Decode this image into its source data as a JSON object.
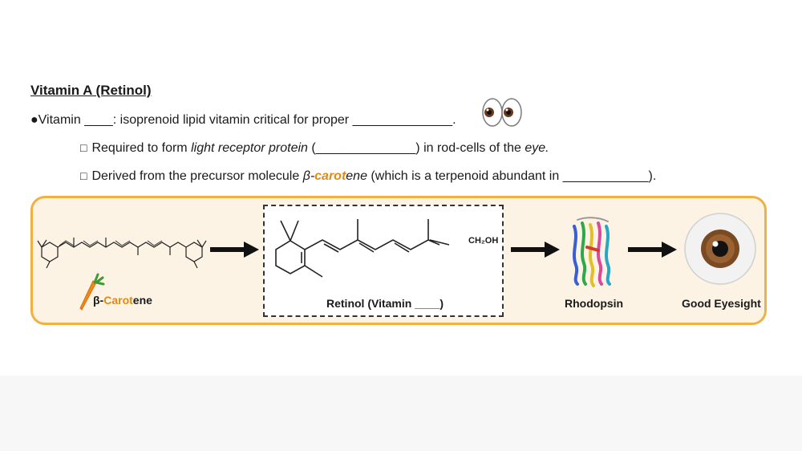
{
  "heading": "Vitamin A (Retinol)",
  "line1": {
    "bullet": "●",
    "prefix": "Vitamin ",
    "blank1": "____",
    "middle": ": isoprenoid lipid vitamin critical for proper ",
    "blank2": "______________",
    "suffix": "."
  },
  "line2": {
    "box": "□",
    "prefix": "Required to form ",
    "italic": "light receptor protein",
    "paren_open": " (",
    "blank": "______________",
    "mid": ") in rod-cells of the ",
    "eye": "eye",
    "end": "."
  },
  "line3": {
    "box": "□",
    "prefix": "Derived from the precursor molecule ",
    "beta": "β-",
    "carot": "carot",
    "ene": "ene",
    "rest": " (which is a terpenoid abundant in ",
    "blank": "____________",
    "end": ")."
  },
  "diagram": {
    "carotene_label_prefix": "β-",
    "carotene_label_orange": "Carot",
    "carotene_label_suffix": "ene",
    "retinol_group": "CH₂OH",
    "retinol_label": "Retinol (Vitamin ____)",
    "rhodopsin_label": "Rhodopsin",
    "eyesight_label": "Good Eyesight"
  },
  "icons": {
    "eyes": "eyes-emoji-icon",
    "carrot": "carrot-icon",
    "protein": "protein-structure-icon",
    "eye": "eye-icon",
    "arrow": "right-arrow-icon"
  }
}
